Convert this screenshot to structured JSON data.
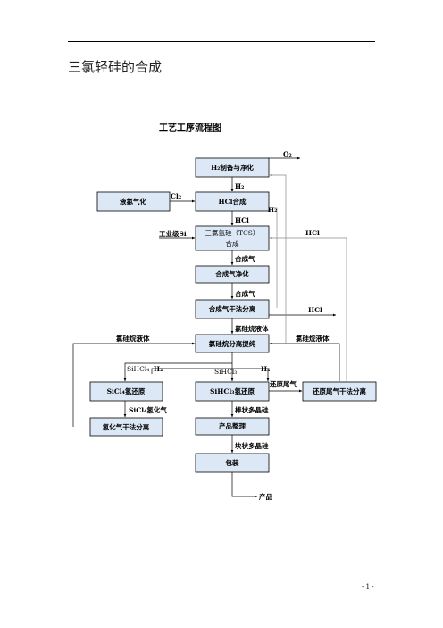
{
  "document": {
    "title": "三氯轻硅的合成",
    "page_number": "- 1 -"
  },
  "diagram": {
    "title": "工艺工序流程图",
    "boxes": {
      "h2_prep": "H₂制备与净化",
      "liquid_cl": "液氯气化",
      "hcl_synth": "HCl合成",
      "tcs_line1": "三氯氢硅（TCS）",
      "tcs_line2": "合成",
      "gas_purify": "合成气净化",
      "dry_sep": "合成气干法分离",
      "distill": "氯硅烷分离提纯",
      "sicl4_red": "SiCl₄氢还原",
      "sihcl3_red": "SiHCl₃氢还原",
      "tail_sep": "还原尾气干法分离",
      "hydro_sep": "氢化气干法分离",
      "finishing": "产品整理",
      "packing": "包装"
    },
    "labels": {
      "o2": "O₂",
      "h2_a": "H₂",
      "h2_b": "H₂",
      "cl2": "Cl₂",
      "hcl_a": "HCl",
      "hcl_right_top": "HCl",
      "si_feed": "工业级Si",
      "syngas_a": "合成气",
      "syngas_b": "合成气",
      "hcl_right_mid": "HCl",
      "chlorosilane_down": "氯硅烷液体",
      "chlorosilane_left": "氯硅烷液体",
      "chlorosilane_right": "氯硅烷液体",
      "sihcl4": "SiHCl₄",
      "h2_c": "H₂",
      "sihcl3": "SiHCl₃",
      "h2_d": "H₂",
      "tail_gas": "还原尾气",
      "hydro_gas": "SiCl₄氢化气",
      "rod_si": "棒状多晶硅",
      "chunk_si": "块状多晶硅",
      "product": "产品"
    }
  }
}
